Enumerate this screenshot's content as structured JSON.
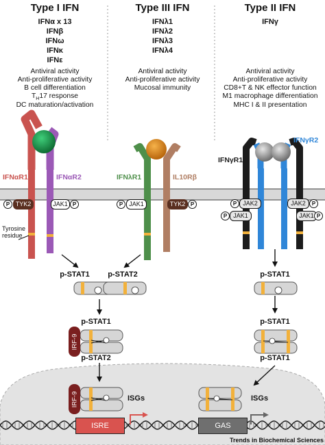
{
  "columns": [
    {
      "title": "Type I IFN",
      "ligands": [
        "IFNα x 13",
        "IFNβ",
        "IFNω",
        "IFNκ",
        "IFNε"
      ],
      "functions": [
        "Antiviral activity",
        "Anti-proliferative activity",
        "B cell differentiation",
        "TH17 response",
        "DC maturation/activation"
      ],
      "receptors": [
        "IFNαR1",
        "IFNαR2"
      ],
      "kinases": [
        "TYK2",
        "JAK1"
      ]
    },
    {
      "title": "Type III IFN",
      "ligands": [
        "IFNλ1",
        "IFNλ2",
        "IFNλ3",
        "IFNλ4"
      ],
      "functions": [
        "Antiviral activity",
        "Anti-proliferative activity",
        "Mucosal immunity"
      ],
      "receptors": [
        "IFNλR1",
        "IL10Rβ"
      ],
      "kinases": [
        "JAK1",
        "TYK2"
      ]
    },
    {
      "title": "Type II IFN",
      "ligands": [
        "IFNγ"
      ],
      "functions": [
        "Antiviral activity",
        "Anti-proliferative activity",
        "CD8+T & NK effector function",
        "M1 macrophage differentiation",
        "MHC I & II presentation"
      ],
      "receptors": [
        "IFNγR1",
        "IFNγR2"
      ],
      "kinases": [
        "JAK2",
        "JAK1",
        "JAK2",
        "JAK1"
      ]
    }
  ],
  "labels": {
    "p": "P",
    "tyrosine": "Tyrosine residue",
    "pstat1": "p-STAT1",
    "pstat2": "p-STAT2",
    "irf9": "IRF-9",
    "isgs": "ISGs",
    "isre": "ISRE",
    "gas": "GAS",
    "credit": "Trends in Biochemical Sciences"
  },
  "colors": {
    "ifnar1": "#c9534f",
    "ifnar2": "#9b59b6",
    "ifnlr1": "#4e8f4a",
    "il10rb": "#b07e63",
    "ifngr1": "#1c1c1c",
    "ifngr2": "#2f86d8",
    "tyrosine": "#f2b13b",
    "irf9": "#7a1f1f",
    "isre": "#d9534f",
    "gas": "#6f6f6f",
    "nucleus": "#e3e3e3"
  }
}
